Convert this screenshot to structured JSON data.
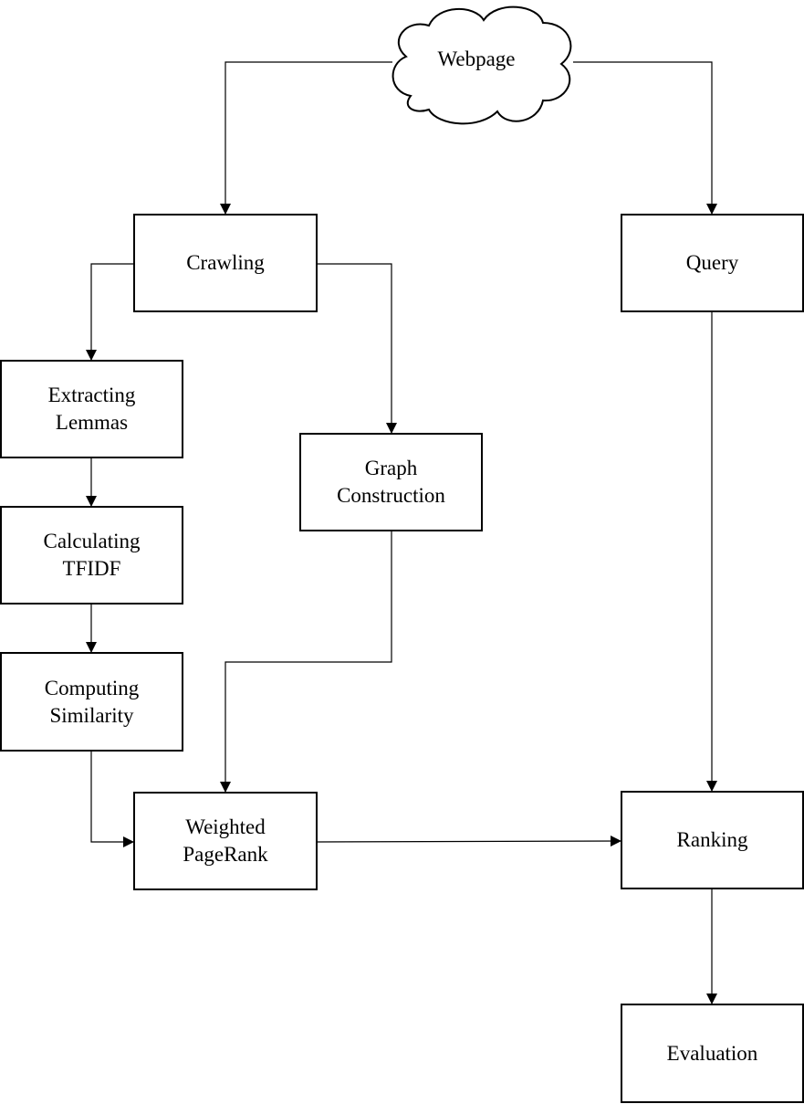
{
  "diagram": {
    "nodes": {
      "webpage": "Webpage",
      "crawling": "Crawling",
      "query": "Query",
      "extracting_lemmas": "Extracting\nLemmas",
      "graph_construction": "Graph\nConstruction",
      "calculating_tfidf": "Calculating\nTFIDF",
      "computing_similarity": "Computing\nSimilarity",
      "weighted_pagerank": "Weighted\nPageRank",
      "ranking": "Ranking",
      "evaluation": "Evaluation"
    },
    "edges": [
      {
        "from": "webpage",
        "to": "crawling"
      },
      {
        "from": "webpage",
        "to": "query"
      },
      {
        "from": "crawling",
        "to": "extracting_lemmas"
      },
      {
        "from": "crawling",
        "to": "graph_construction"
      },
      {
        "from": "extracting_lemmas",
        "to": "calculating_tfidf"
      },
      {
        "from": "calculating_tfidf",
        "to": "computing_similarity"
      },
      {
        "from": "computing_similarity",
        "to": "weighted_pagerank"
      },
      {
        "from": "graph_construction",
        "to": "weighted_pagerank"
      },
      {
        "from": "query",
        "to": "ranking"
      },
      {
        "from": "weighted_pagerank",
        "to": "ranking"
      },
      {
        "from": "ranking",
        "to": "evaluation"
      }
    ]
  }
}
